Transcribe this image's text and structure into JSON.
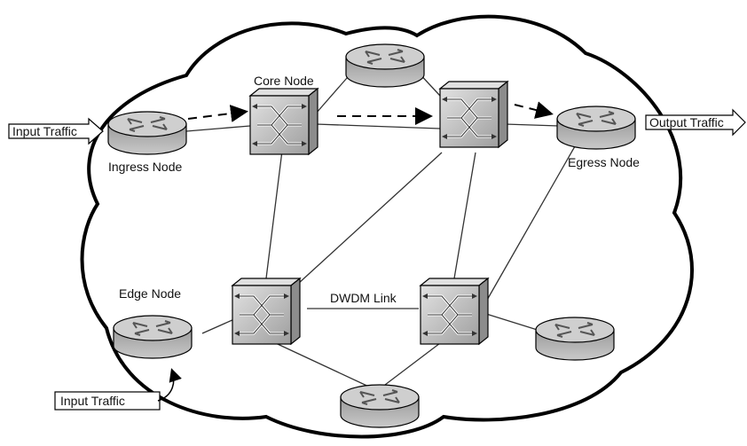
{
  "labels": {
    "core_node": "Core Node",
    "ingress_node": "Ingress Node",
    "egress_node": "Egress Node",
    "edge_node": "Edge Node",
    "dwdm_link": "DWDM Link",
    "input_traffic_top": "Input Traffic",
    "output_traffic": "Output Traffic",
    "input_traffic_bottom": "Input Traffic"
  },
  "colors": {
    "background": "#ffffff",
    "outline": "#000000",
    "router_body": "#b4b4b4",
    "router_top": "#d6d6d6",
    "switch_body": "#c4c4c4"
  },
  "icons": {
    "router": "router-icon",
    "optical_switch": "optical-switch-icon"
  }
}
